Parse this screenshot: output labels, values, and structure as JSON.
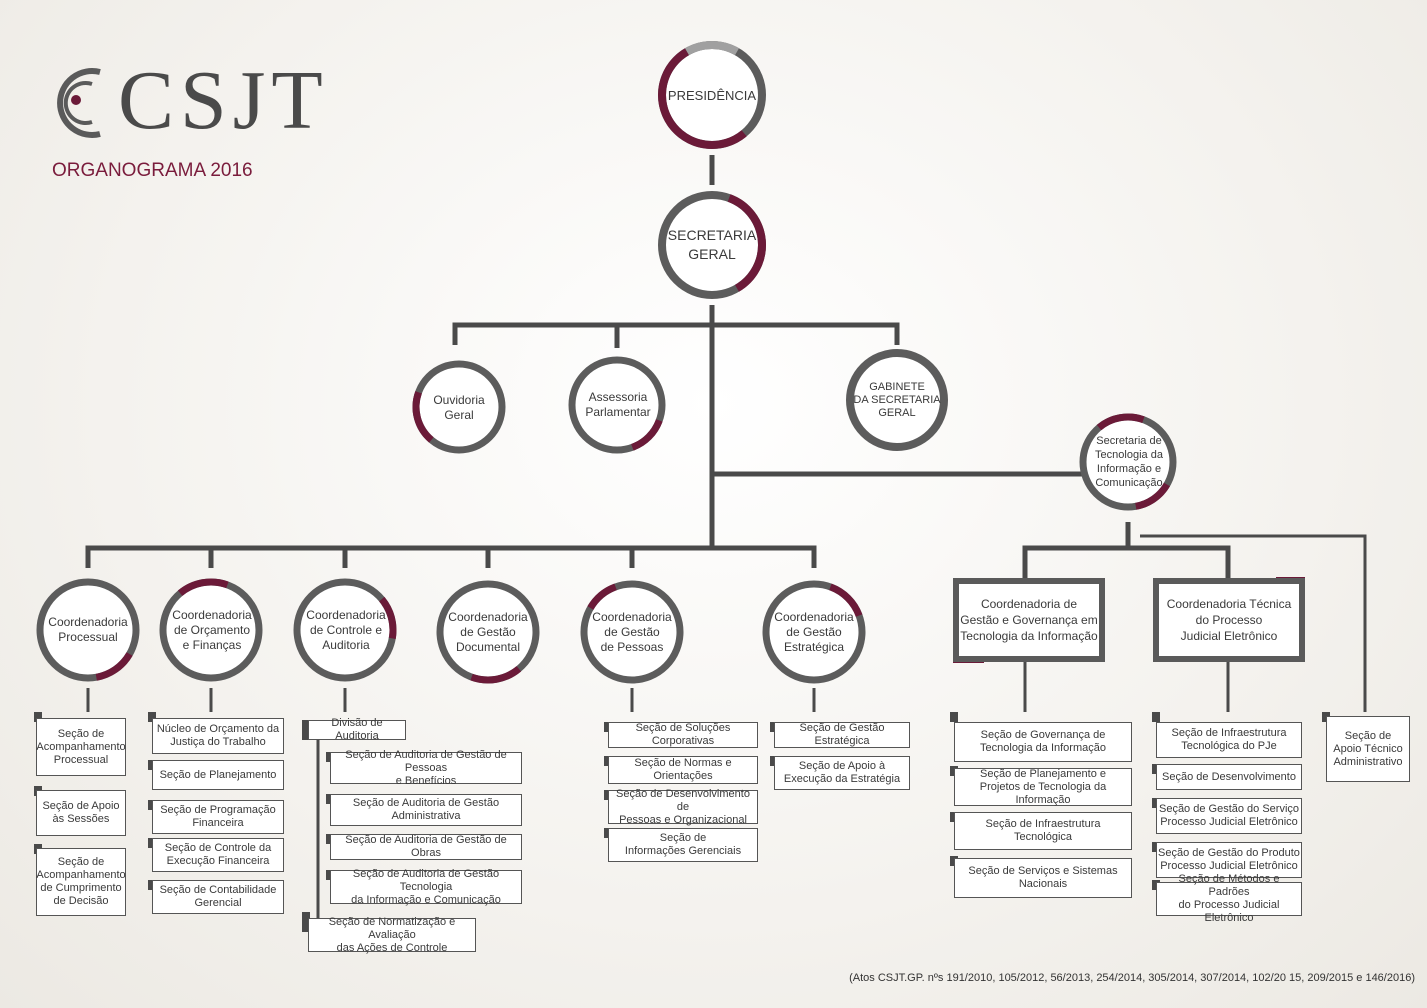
{
  "header": {
    "logo_text": "CSJT",
    "subtitle": "ORGANOGRAMA 2016"
  },
  "colors": {
    "accent": "#6b1a38",
    "line": "#4a4a4a",
    "ring": "#5c5c5c",
    "ring_light": "#a0a0a0"
  },
  "nodes": {
    "presidencia": "PRESIDÊNCIA",
    "secretaria_geral": "SECRETARIA\nGERAL",
    "ouvidoria": "Ouvidoria\nGeral",
    "assessoria": "Assessoria\nParlamentar",
    "gabinete": "GABINETE\nDA SECRETARIA\nGERAL",
    "stic": "Secretaria de\nTecnologia da\nInformação e\nComunicação",
    "coord_processual": "Coordenadoria\nProcessual",
    "coord_orcamento": "Coordenadoria\nde Orçamento\ne Finanças",
    "coord_controle": "Coordenadoria\nde Controle e\nAuditoria",
    "coord_documental": "Coordenadoria\nde Gestão\nDocumental",
    "coord_pessoas": "Coordenadoria\nde Gestão\nde Pessoas",
    "coord_estrategica": "Coordenadoria\nde Gestão\nEstratégica",
    "coord_governanca": "Coordenadoria de\nGestão e Governança em\nTecnologia da Informação",
    "coord_pje": "Coordenadoria Técnica\ndo Processo\nJudicial Eletrônico",
    "apoio_tecnico": "Seção de\nApoio Técnico\nAdministrativo"
  },
  "sections": {
    "processual": [
      "Seção de\nAcompanhamento\nProcessual",
      "Seção de Apoio\nàs Sessões",
      "Seção de\nAcompanhamento\nde Cumprimento\nde Decisão"
    ],
    "orcamento": [
      "Núcleo de Orçamento da\nJustiça do Trabalho",
      "Seção de Planejamento",
      "Seção de Programação\nFinanceira",
      "Seção de Controle da\nExecução Financeira",
      "Seção de Contabilidade\nGerencial"
    ],
    "controle_divisao": "Divisão de Auditoria",
    "controle_sub": [
      "Seção de Auditoria de Gestão de Pessoas\ne Benefícios",
      "Seção de Auditoria de Gestão\nAdministrativa",
      "Seção de Auditoria de Gestão de Obras",
      "Seção de Auditoria de Gestão Tecnologia\nda Informação e Comunicação"
    ],
    "controle_normatizacao": "Seção de Normatização e Avaliação\ndas Ações de Controle",
    "pessoas": [
      "Seção de Soluções Corporativas",
      "Seção de Normas e Orientações",
      "Seção de Desenvolvimento de\nPessoas e Organizacional",
      "Seção de\nInformações Gerenciais"
    ],
    "estrategica": [
      "Seção de Gestão Estratégica",
      "Seção de Apoio à\nExecução da Estratégia"
    ],
    "governanca": [
      "Seção de Governança de\nTecnologia da Informação",
      "Seção de Planejamento e\nProjetos de Tecnologia da Informação",
      "Seção de Infraestrutura\nTecnológica",
      "Seção de Serviços e Sistemas\nNacionais"
    ],
    "pje": [
      "Seção de Infraestrutura\nTecnológica do PJe",
      "Seção de Desenvolvimento",
      "Seção de Gestão do Serviço\nProcesso Judicial Eletrônico",
      "Seção de Gestão do Produto\nProcesso Judicial Eletrônico",
      "Seção de Métodos e Padrões\ndo Processo Judicial Eletrônico"
    ]
  },
  "footer": {
    "note": "(Atos CSJT.GP. nºs 191/2010, 105/2012, 56/2013, 254/2014, 305/2014, 307/2014, 102/20 15, 209/2015 e 146/2016)"
  }
}
